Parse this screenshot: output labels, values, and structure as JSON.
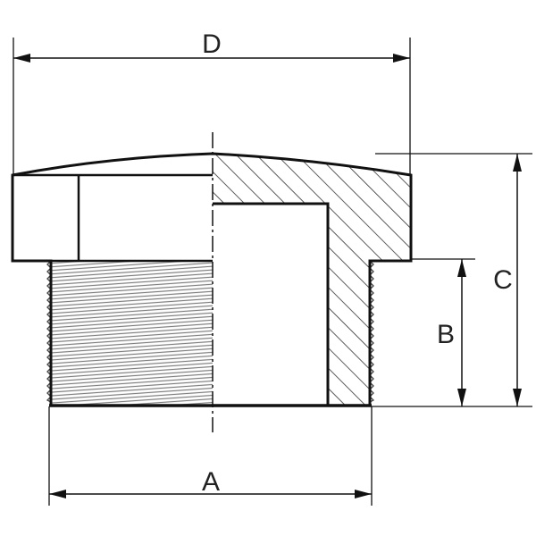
{
  "labels": {
    "a": "A",
    "b": "B",
    "c": "C",
    "d": "D"
  },
  "colors": {
    "line": "#111111",
    "hatch": "#333333",
    "thread": "#777777",
    "background": "#ffffff"
  }
}
